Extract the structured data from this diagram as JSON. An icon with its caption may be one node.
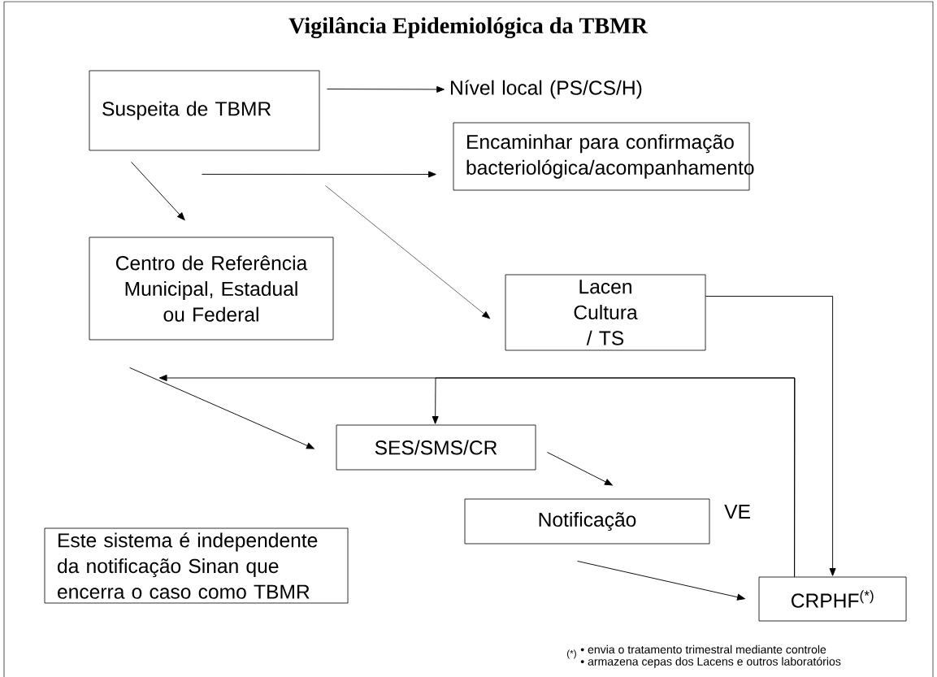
{
  "diagram": {
    "title": "Vigilância Epidemiológica da TBMR",
    "nodes": [
      {
        "text": [
          "Suspeita de TBMR"
        ]
      },
      {
        "text": [
          "Nível local (PS/CS/H)"
        ]
      },
      {
        "text": [
          "Encaminhar para confirmação bacteriológica/acompanhamento"
        ]
      },
      {
        "text": [
          "Centro de Referência Municipal, Estadual ou Federal"
        ]
      },
      {
        "text": [
          "Lacen Cultura / TS"
        ]
      },
      {
        "text": [
          "SES/SMS/CR"
        ]
      },
      {
        "text": [
          "Notificação"
        ],
        "beside": [
          "VE"
        ]
      },
      {
        "text": [
          "CRPHF$^{(*)}$"
        ]
      },
      {
        "text": [
          "Este sistema é independente da notificação Sinan que encerra o caso como TBMR"
        ]
      }
    ],
    "edges": [
      {
        "from": 0,
        "to": 1,
        "arrow": "to"
      },
      {
        "from": 0,
        "to": 2,
        "arrow": "to"
      },
      {
        "from": 0,
        "to": 3,
        "arrow": "to"
      },
      {
        "from": 0,
        "to": 4,
        "arrow": "to"
      },
      {
        "from": 3,
        "to": 5,
        "arrow": "to"
      },
      {
        "from": 4,
        "to": 7,
        "arrow": "to"
      },
      {
        "from": 7,
        "to": null,
        "arrow": "to"
      },
      {
        "from": 7,
        "to": 5,
        "arrow": "to"
      },
      {
        "from": 5,
        "to": 6,
        "arrow": "to"
      },
      {
        "from": 6,
        "to": 7,
        "arrow": "to"
      }
    ],
    "labels": [
      "(*)",
      "• envia o tratamento trimestral mediante controle",
      "• armazena cepas dos Lacens e outros laboratórios"
    ]
  }
}
